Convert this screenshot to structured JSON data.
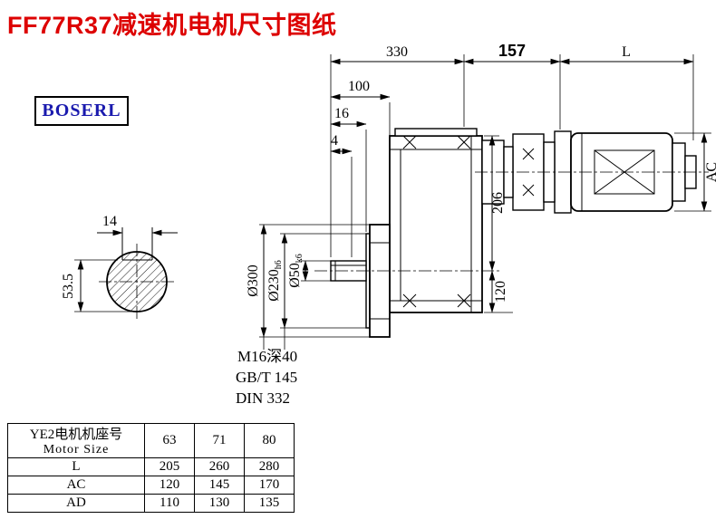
{
  "page": {
    "title": "FF77R37减速机电机尺寸图纸",
    "brand": "BOSERL"
  },
  "dims": {
    "top_330": "330",
    "top_157": "157",
    "top_L": "L",
    "d100": "100",
    "d16": "16",
    "d4": "4",
    "ac": "AC",
    "d206": "206",
    "d120": "120",
    "d300": "Ø300",
    "d230": "Ø230",
    "d230_tol": "h6",
    "d50": "Ø50",
    "d50_tol": "k6",
    "d14": "14",
    "d535": "53.5"
  },
  "notes": {
    "thread": "M16深40",
    "gbt": "GB/T 145",
    "din": "DIN 332"
  },
  "table": {
    "header_cn": "YE2电机机座号",
    "header_en": "Motor Size",
    "sizes": [
      "63",
      "71",
      "80"
    ],
    "rows": [
      {
        "label": "L",
        "values": [
          "205",
          "260",
          "280"
        ]
      },
      {
        "label": "AC",
        "values": [
          "120",
          "145",
          "170"
        ]
      },
      {
        "label": "AD",
        "values": [
          "110",
          "130",
          "135"
        ]
      }
    ]
  }
}
